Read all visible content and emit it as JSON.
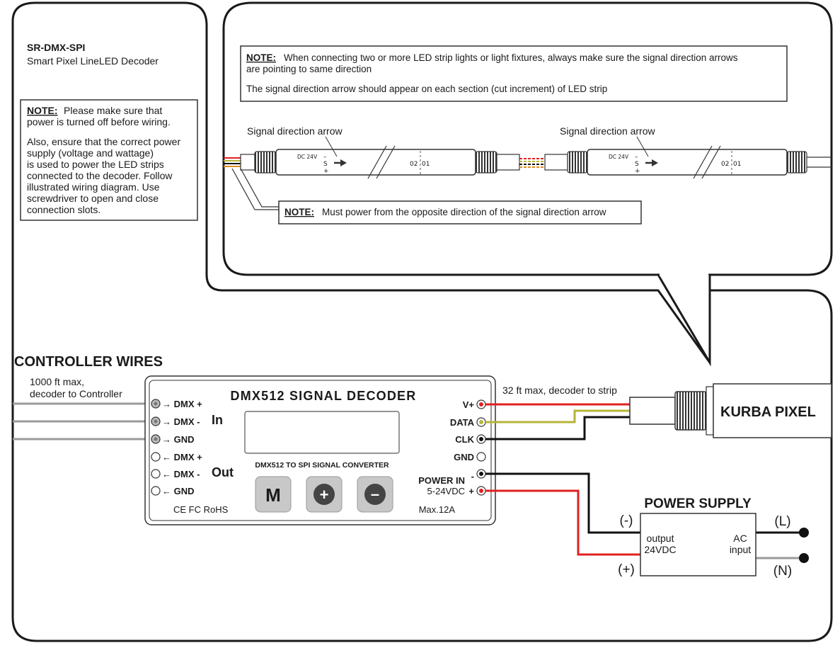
{
  "product": {
    "model": "SR-DMX-SPI",
    "subtitle": "Smart Pixel LineLED Decoder"
  },
  "left_note": {
    "heading": "NOTE:",
    "line1_rest": "Please make sure that",
    "line2": "power is turned off before wiring.",
    "para2": [
      "Also, ensure that the correct power",
      "supply (voltage and wattage)",
      "is used to power the LED strips",
      "connected to the decoder. Follow",
      "illustrated wiring diagram. Use",
      "screwdriver to open and close",
      "connection slots."
    ]
  },
  "top_note": {
    "heading": "NOTE:",
    "line1_rest": "When connecting two or more LED strip lights or light fixtures, always make sure the signal direction arrows",
    "line2": "are pointing to same direction",
    "line3": "The signal direction arrow should appear on each section (cut increment) of LED strip"
  },
  "strip": {
    "arrow_label": "Signal direction arrow",
    "voltage": "DC 24V",
    "minus": "–",
    "s": "S",
    "plus": "+",
    "seg_left": "02",
    "seg_right": "01"
  },
  "power_note": {
    "heading": "NOTE:",
    "text": "Must power from the opposite direction of the signal direction arrow"
  },
  "controller": {
    "title": "CONTROLLER WIRES",
    "range_line1": "1000 ft max,",
    "range_line2": "decoder to Controller"
  },
  "decoder": {
    "title": "DMX512  SIGNAL  DECODER",
    "in_label": "In",
    "out_label": "Out",
    "inputs": [
      "→ DMX +",
      "→ DMX -",
      "→ GND"
    ],
    "outputs": [
      "← DMX +",
      "← DMX -",
      "← GND"
    ],
    "converter_label": "DMX512 TO SPI  SIGNAL CONVERTER",
    "buttons": [
      "M",
      "+",
      "–"
    ],
    "cert": "CE FC RoHS",
    "right_terms": [
      "V+",
      "DATA",
      "CLK",
      "GND"
    ],
    "power_in": "POWER IN",
    "power_minus": "-",
    "power_range": "5-24VDC",
    "power_plus": "+",
    "max_current": "Max.12A"
  },
  "strip_range": "32 ft max, decoder to strip",
  "strip_brand": "KURBA PIXEL",
  "power_supply": {
    "title": "POWER SUPPLY",
    "minus": "(-)",
    "plus": "(+)",
    "output_line1": "output",
    "output_line2": "24VDC",
    "ac_line1": "AC",
    "ac_line2": "input",
    "l": "(L)",
    "n": "(N)"
  },
  "wire_colors": {
    "red": "#e02020",
    "yellow": "#b5b53a",
    "black": "#111111",
    "gray": "#9a9a9a"
  }
}
